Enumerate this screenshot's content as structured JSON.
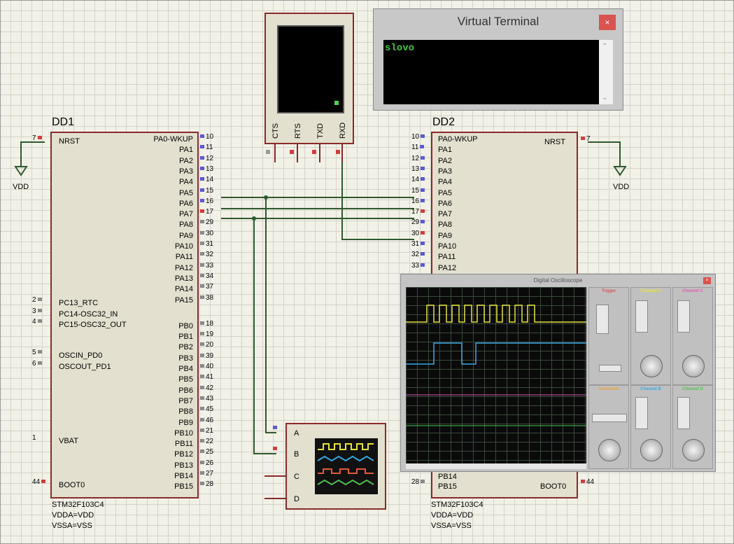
{
  "dd1": {
    "designator": "DD1",
    "part": "STM32F103C4",
    "info": [
      "VDDA=VDD",
      "VSSA=VSS"
    ],
    "left_pins": [
      {
        "num": "7",
        "name": "NRST"
      },
      {
        "num": "2",
        "name": "PC13_RTC"
      },
      {
        "num": "3",
        "name": "PC14-OSC32_IN"
      },
      {
        "num": "4",
        "name": "PC15-OSC32_OUT"
      },
      {
        "num": "5",
        "name": "OSCIN_PD0"
      },
      {
        "num": "6",
        "name": "OSCOUT_PD1"
      },
      {
        "num": "1",
        "name": "VBAT"
      },
      {
        "num": "44",
        "name": "BOOT0"
      }
    ],
    "right_pins": [
      {
        "num": "10",
        "name": "PA0-WKUP"
      },
      {
        "num": "11",
        "name": "PA1"
      },
      {
        "num": "12",
        "name": "PA2"
      },
      {
        "num": "13",
        "name": "PA3"
      },
      {
        "num": "14",
        "name": "PA4"
      },
      {
        "num": "15",
        "name": "PA5"
      },
      {
        "num": "16",
        "name": "PA6"
      },
      {
        "num": "17",
        "name": "PA7"
      },
      {
        "num": "29",
        "name": "PA8"
      },
      {
        "num": "30",
        "name": "PA9"
      },
      {
        "num": "31",
        "name": "PA10"
      },
      {
        "num": "32",
        "name": "PA11"
      },
      {
        "num": "33",
        "name": "PA12"
      },
      {
        "num": "34",
        "name": "PA13"
      },
      {
        "num": "37",
        "name": "PA14"
      },
      {
        "num": "38",
        "name": "PA15"
      },
      {
        "num": "18",
        "name": "PB0"
      },
      {
        "num": "19",
        "name": "PB1"
      },
      {
        "num": "20",
        "name": "PB2"
      },
      {
        "num": "39",
        "name": "PB3"
      },
      {
        "num": "40",
        "name": "PB4"
      },
      {
        "num": "41",
        "name": "PB5"
      },
      {
        "num": "42",
        "name": "PB6"
      },
      {
        "num": "43",
        "name": "PB7"
      },
      {
        "num": "45",
        "name": "PB8"
      },
      {
        "num": "46",
        "name": "PB9"
      },
      {
        "num": "21",
        "name": "PB10"
      },
      {
        "num": "22",
        "name": "PB11"
      },
      {
        "num": "25",
        "name": "PB12"
      },
      {
        "num": "26",
        "name": "PB13"
      },
      {
        "num": "27",
        "name": "PB14"
      },
      {
        "num": "28",
        "name": "PB15"
      }
    ]
  },
  "dd2": {
    "designator": "DD2",
    "part": "STM32F103C4",
    "info": [
      "VDDA=VDD",
      "VSSA=VSS"
    ],
    "nrst": {
      "num": "7",
      "name": "NRST"
    },
    "boot0": {
      "num": "44",
      "name": "BOOT0"
    },
    "left_pins": [
      {
        "num": "10",
        "name": "PA0-WKUP"
      },
      {
        "num": "11",
        "name": "PA1"
      },
      {
        "num": "12",
        "name": "PA2"
      },
      {
        "num": "13",
        "name": "PA3"
      },
      {
        "num": "14",
        "name": "PA4"
      },
      {
        "num": "15",
        "name": "PA5"
      },
      {
        "num": "16",
        "name": "PA6"
      },
      {
        "num": "17",
        "name": "PA7"
      },
      {
        "num": "29",
        "name": "PA8"
      },
      {
        "num": "30",
        "name": "PA9"
      },
      {
        "num": "31",
        "name": "PA10"
      },
      {
        "num": "32",
        "name": "PA11"
      },
      {
        "num": "33",
        "name": "PA12"
      }
    ],
    "bottom_pins": [
      {
        "num": "",
        "name": "PB14"
      },
      {
        "num": "28",
        "name": "PB15"
      }
    ]
  },
  "vdd_labels": [
    "VDD",
    "VDD"
  ],
  "terminal": {
    "title": "Virtual Terminal",
    "close": "×",
    "text": "slovo"
  },
  "serial_device": {
    "pins": [
      "CTS",
      "RTS",
      "TXD",
      "RXD"
    ]
  },
  "scope_symbol": {
    "inputs": [
      "A",
      "B",
      "C",
      "D"
    ]
  },
  "oscilloscope": {
    "title": "Digital Oscilloscope",
    "close": "×",
    "panels": {
      "trigger": "Trigger",
      "channel_a": "Channel A",
      "channel_b": "Channel B",
      "channel_c": "Channel C",
      "channel_d": "Channel D",
      "horizontal": "Horizontal"
    },
    "colors": {
      "a": "#e6e23a",
      "b": "#3aa8e6",
      "c": "#e05ab8",
      "d": "#4fc14f"
    }
  }
}
